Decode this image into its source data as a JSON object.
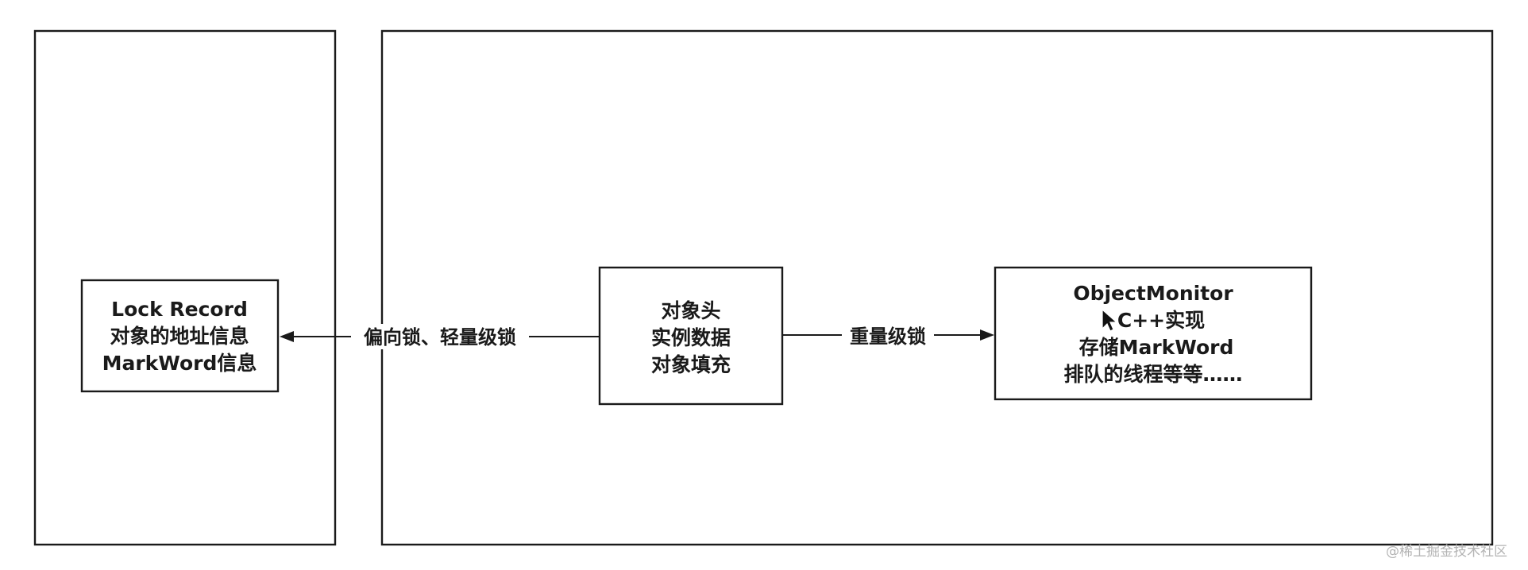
{
  "diagram": {
    "left_container": {
      "lock_record_box": {
        "lines": [
          "Lock Record",
          "对象的地址信息",
          "MarkWord信息"
        ]
      }
    },
    "right_container": {
      "object_box": {
        "lines": [
          "对象头",
          "实例数据",
          "对象填充"
        ]
      },
      "monitor_box": {
        "lines": [
          "ObjectMonitor",
          "C++实现",
          "存储MarkWord",
          "排队的线程等等……"
        ]
      }
    },
    "edges": {
      "biased_light_lock": {
        "label": "偏向锁、轻量级锁",
        "from": "object_box",
        "to": "lock_record_box"
      },
      "heavy_lock": {
        "label": "重量级锁",
        "from": "object_box",
        "to": "monitor_box"
      }
    }
  },
  "watermark": "@稀土掘金技术社区",
  "colors": {
    "stroke": "#1a1a1a",
    "background": "#ffffff",
    "watermark": "#b3b3b3"
  },
  "icons": {
    "cursor": "mouse-pointer-icon"
  }
}
